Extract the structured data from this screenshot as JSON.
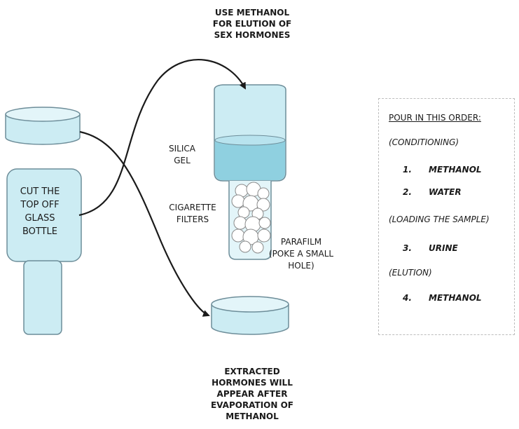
{
  "top_label": [
    "USE METHANOL",
    "FOR ELUTION OF",
    "SEX HORMONES"
  ],
  "bottom_label": [
    "EXTRACTED",
    "HORMONES WILL",
    "APPEAR AFTER",
    "EVAPORATION OF",
    "METHANOL"
  ],
  "bottle_label": [
    "CUT THE",
    "TOP OFF",
    "GLASS",
    "BOTTLE"
  ],
  "silica_label": [
    "SILICA",
    "GEL"
  ],
  "filters_label": [
    "CIGARETTE",
    "FILTERS"
  ],
  "parafilm_label": [
    "PARAFILM",
    "(POKE A SMALL",
    "HOLE)"
  ],
  "order_box": {
    "heading": "POUR IN THIS ORDER:",
    "sections": [
      {
        "title": "(CONDITIONING)",
        "items": [
          {
            "num": "1.",
            "name": "METHANOL"
          },
          {
            "num": "2.",
            "name": "WATER"
          }
        ]
      },
      {
        "title": "(LOADING THE SAMPLE)",
        "items": [
          {
            "num": "3.",
            "name": "URINE"
          }
        ]
      },
      {
        "title": "(ELUTION)",
        "items": [
          {
            "num": "4.",
            "name": "METHANOL"
          }
        ]
      }
    ]
  },
  "colors": {
    "container_fill": "#ccecf3",
    "container_stroke": "#6d8d99",
    "gel_fill": "#8fd0e0",
    "arrow": "#1a1a1a"
  }
}
